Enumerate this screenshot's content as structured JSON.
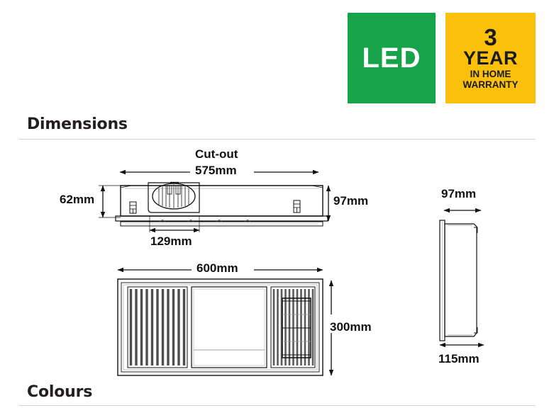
{
  "badges": {
    "led": {
      "label": "LED",
      "color": "#16a34a",
      "text_color": "#ffffff"
    },
    "warranty": {
      "number": "3",
      "period": "YEAR",
      "line1": "IN HOME",
      "line2": "WARRANTY",
      "color": "#fbc10a",
      "text_color": "#1a1a1a"
    }
  },
  "sections": {
    "dimensions_heading": "Dimensions",
    "colours_heading": "Colours"
  },
  "dimensions": {
    "cutout_caption": "Cut-out",
    "cutout_width": "575mm",
    "body_height": "62mm",
    "overall_height_top": "97mm",
    "fan_width": "129mm",
    "overall_width": "600mm",
    "overall_depth": "300mm",
    "end_view_top": "97mm",
    "end_view_bottom": "115mm"
  },
  "drawing": {
    "line_color": "#1a1a1a",
    "slat_color": "#4d4d4d",
    "views": [
      {
        "name": "top-side-elevation",
        "description": "Side elevation showing fan grille, body and mounting flange"
      },
      {
        "name": "bottom-plan-view",
        "description": "Plan view with left heat lamp slats, centre light panel and right fan grille"
      },
      {
        "name": "right-end-elevation",
        "description": "End elevation showing depth profile"
      }
    ]
  }
}
